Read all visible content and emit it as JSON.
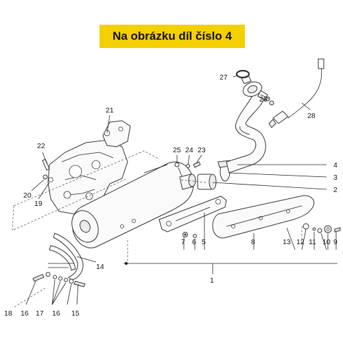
{
  "banner": {
    "text": "Na obrázku díl číslo 4",
    "color": "#f5d000"
  },
  "callouts": [
    "1",
    "2",
    "3",
    "4",
    "5",
    "6",
    "7",
    "8",
    "9",
    "10",
    "11",
    "12",
    "13",
    "14",
    "15",
    "16",
    "16",
    "17",
    "18",
    "19",
    "20",
    "21",
    "22",
    "23",
    "24",
    "25",
    "26",
    "27",
    "28"
  ]
}
